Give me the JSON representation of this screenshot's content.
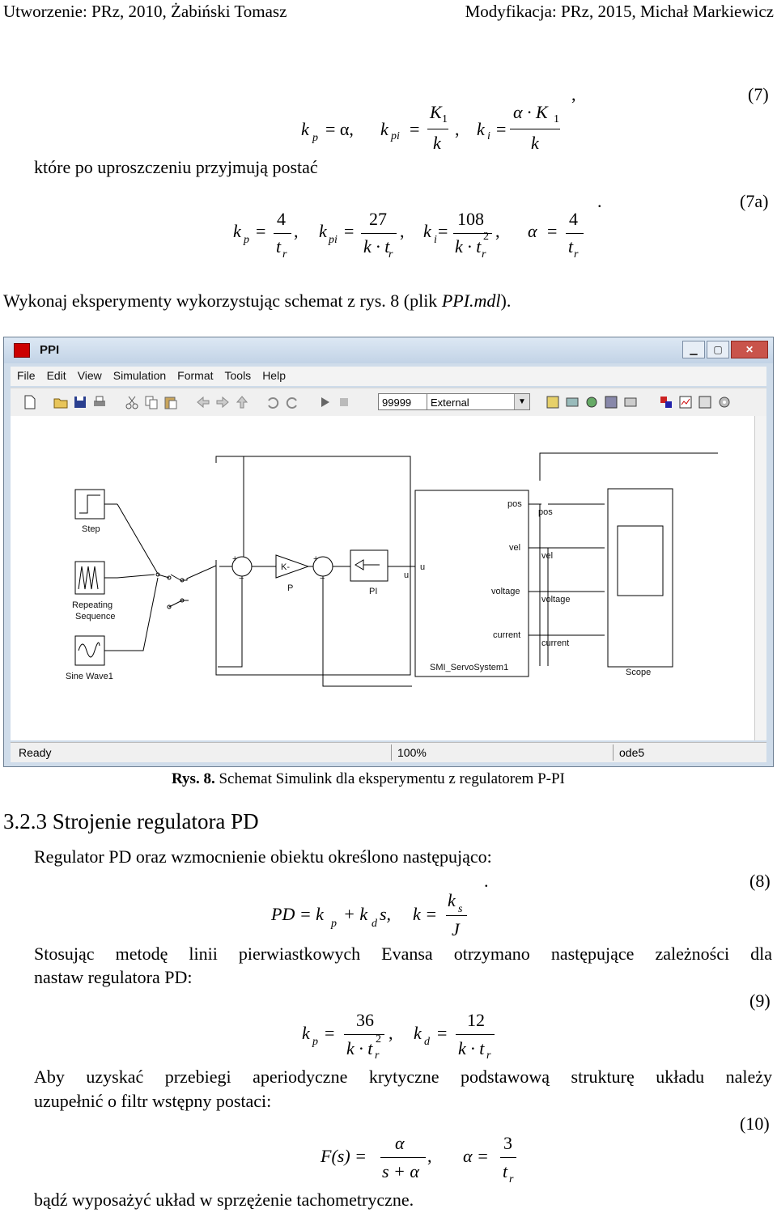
{
  "header": {
    "left": "Utworzenie: PRz, 2010, Żabiński Tomasz",
    "right": "Modyfikacja: PRz, 2015, Michał Markiewicz"
  },
  "eq7": {
    "kp": "k",
    "kp_sub": "p",
    "kp_val": "= α,",
    "kpi": "k",
    "kpi_sub": "pi",
    "eqsign": "=",
    "kpi_num": "K",
    "kpi_num_sub": "1",
    "kpi_den": "k",
    "ki": "k",
    "ki_sub": "i",
    "ki_num": "α · K",
    "ki_num_sub": "1",
    "ki_den": "k",
    "comma1": ",",
    "comma2": ",",
    "trail": ",",
    "number": "(7)"
  },
  "text_after7": "które po uproszczeniu przyjmują postać",
  "eq7a": {
    "kp_num": "4",
    "kp_den": "t",
    "den_sub": "r",
    "kpi_num": "27",
    "kpi_den": "k · t",
    "ki_num": "108",
    "ki_den": "k · t",
    "ki_den_sup": "2",
    "alpha": "α",
    "alpha_num": "4",
    "alpha_den": "t",
    "dot": ".",
    "number": "(7a)"
  },
  "text_experiments": "Wykonaj eksperymenty wykorzystując schemat z rys. 8 (plik ",
  "text_experiments_file": "PPI.mdl",
  "text_experiments_end": ").",
  "simulink": {
    "title": "PPI",
    "menu": [
      "File",
      "Edit",
      "View",
      "Simulation",
      "Format",
      "Tools",
      "Help"
    ],
    "stop_time": "99999",
    "mode": "External",
    "blocks": {
      "step": "Step",
      "repeating": "Repeating\nSequence",
      "repeating_l1": "Repeating",
      "repeating_l2": "Sequence",
      "sine": "Sine Wave1",
      "gain": "K-",
      "gain_label": "P",
      "pi_label": "PI",
      "u_out": "u",
      "u_in": "u",
      "plus": "+",
      "minus": "−",
      "servo": "SMI_ServoSystem1",
      "pos": "pos",
      "vel": "vel",
      "voltage": "voltage",
      "current": "current",
      "scope_pos": "pos",
      "scope_vel": "vel",
      "scope_voltage": "voltage",
      "scope_current": "current",
      "scope": "Scope"
    },
    "status": {
      "ready": "Ready",
      "zoom": "100%",
      "solver": "ode5"
    }
  },
  "caption": {
    "bold": "Rys. 8.",
    "text": " Schemat Simulink dla eksperymentu z regulatorem P-PI"
  },
  "section": "3.2.3 Strojenie regulatora PD",
  "text_pd": "Regulator PD oraz wzmocnienie obiektu określono następująco:",
  "eq8": {
    "pd": "PD = k",
    "p_sub": "p",
    "plus_kd": "+ k",
    "d_sub": "d",
    "s_comma": "s,",
    "k_eq": "k =",
    "ks": "k",
    "s_sub": "s",
    "j": "J",
    "dot": ".",
    "number": "(8)"
  },
  "text_evans": "Stosując metodę linii pierwiastkowych Evansa otrzymano następujące zależności dla",
  "text_evans2": "nastaw regulatora PD:",
  "eq9": {
    "kp": "k",
    "p_sub": "p",
    "eq": "=",
    "kp_num": "36",
    "kp_den": "k · t",
    "den_sub": "r",
    "den_sup": "2",
    "comma": ",",
    "kd": "k",
    "d_sub": "d",
    "kd_num": "12",
    "kd_den": "k · t",
    "number": "(9)"
  },
  "text_aby": "Aby uzyskać przebiegi aperiodyczne krytyczne podstawową strukturę układu należy",
  "text_aby2": "uzupełnić o filtr wstępny postaci:",
  "eq10": {
    "fs": "F(s) =",
    "num": "α",
    "den": "s + α",
    "comma": ",",
    "alpha": "α =",
    "a_num": "3",
    "a_den": "t",
    "a_sub": "r",
    "number": "(10)"
  },
  "text_last": "bądź wyposażyć układ w sprzężenie tachometryczne."
}
